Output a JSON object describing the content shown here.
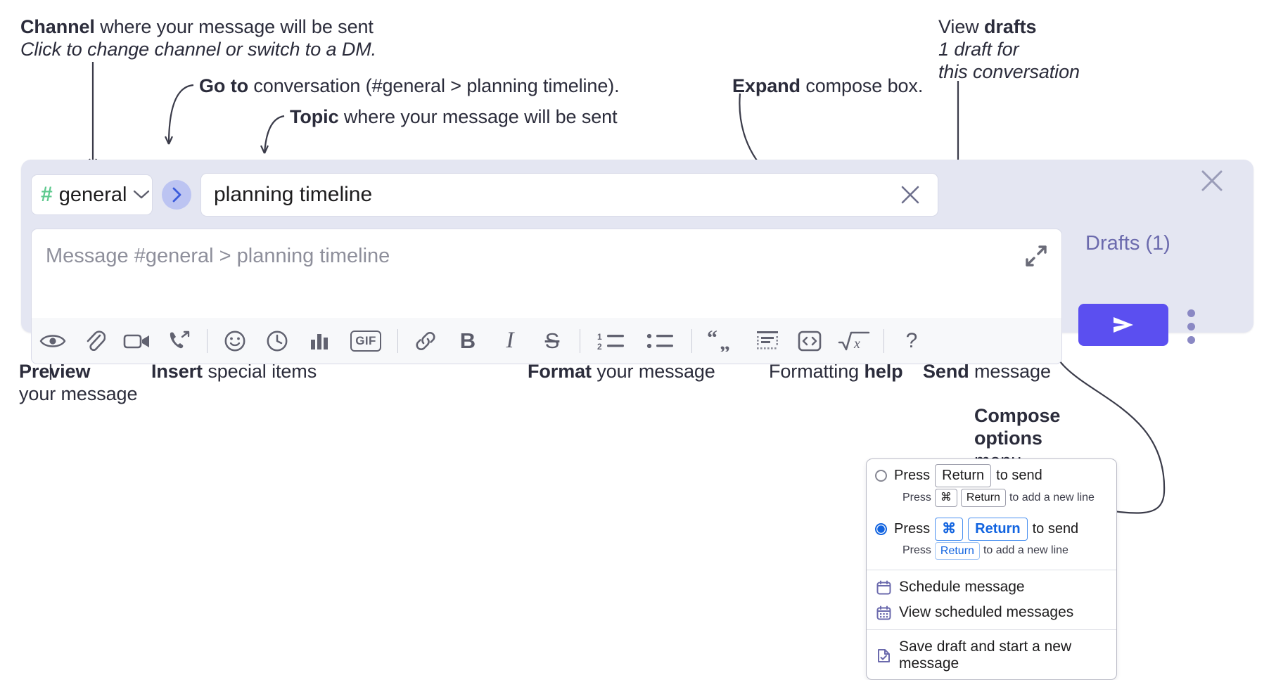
{
  "annotations": {
    "channel": {
      "line1_bold": "Channel",
      "line1_rest": " where your message will be sent",
      "line2_italic": "Click to change channel or switch to a DM."
    },
    "goto": {
      "bold": "Go to",
      "rest": " conversation (#general > planning timeline)."
    },
    "topic": {
      "bold": "Topic",
      "rest": " where your message will be sent"
    },
    "expand": {
      "bold": "Expand",
      "rest": " compose box."
    },
    "drafts": {
      "line1_rest": "View ",
      "line1_bold": "drafts",
      "line2_italic": "1 draft for",
      "line3_italic": "this conversation"
    },
    "preview": {
      "bold": "Preview",
      "rest": "your message"
    },
    "insert": {
      "bold": "Insert",
      "rest": " special items"
    },
    "format": {
      "bold": "Format",
      "rest": " your message"
    },
    "formatting_help": {
      "rest": "Formatting ",
      "bold": "help"
    },
    "send": {
      "bold": "Send",
      "rest": " message"
    },
    "compose_options": {
      "line1": "Compose",
      "line2": "options",
      "line3": "menu"
    }
  },
  "compose": {
    "channel_hash": "#",
    "channel_name": "general",
    "channel_chevron_icon": "chevron-down-icon",
    "goto_icon": "chevron-right-icon",
    "topic_value": "planning timeline",
    "topic_clear_icon": "close-icon",
    "message_placeholder": "Message #general > planning timeline",
    "expand_icon": "expand-diagonal-icon",
    "drafts_label": "Drafts (1)",
    "send_icon": "send-paper-plane-icon",
    "kebab_icon": "more-vertical-icon",
    "panel_close_icon": "close-icon",
    "accent_color": "#5b4ff0",
    "panel_color": "#e4e6f2",
    "hash_color": "#5ec98e",
    "drafts_color": "#6b6aad"
  },
  "toolbar": {
    "groups": [
      {
        "items": [
          {
            "name": "preview-icon",
            "label": ""
          },
          {
            "name": "attachment-paperclip-icon",
            "label": ""
          },
          {
            "name": "video-camera-icon",
            "label": ""
          },
          {
            "name": "phone-call-icon",
            "label": ""
          }
        ]
      },
      {
        "items": [
          {
            "name": "emoji-smiley-icon",
            "label": ""
          },
          {
            "name": "clock-icon",
            "label": ""
          },
          {
            "name": "poll-bar-chart-icon",
            "label": ""
          },
          {
            "name": "gif-icon",
            "label": "GIF"
          }
        ]
      },
      {
        "items": [
          {
            "name": "link-icon",
            "label": ""
          },
          {
            "name": "bold-icon",
            "label": "B"
          },
          {
            "name": "italic-icon",
            "label": "I"
          },
          {
            "name": "strikethrough-icon",
            "label": "S"
          }
        ]
      },
      {
        "items": [
          {
            "name": "ordered-list-icon",
            "label": ""
          },
          {
            "name": "bulleted-list-icon",
            "label": ""
          }
        ]
      },
      {
        "items": [
          {
            "name": "blockquote-icon",
            "label": ""
          },
          {
            "name": "code-block-icon",
            "label": ""
          },
          {
            "name": "inline-code-icon",
            "label": ""
          },
          {
            "name": "math-formula-icon",
            "label": ""
          }
        ]
      },
      {
        "items": [
          {
            "name": "formatting-help-icon",
            "label": "?"
          }
        ]
      }
    ]
  },
  "options_menu": {
    "radio_options": [
      {
        "selected": false,
        "main": {
          "pre": "Press",
          "keys": [
            "Return"
          ],
          "post": "to send"
        },
        "sub": {
          "pre": "Press",
          "keys": [
            "⌘",
            "Return"
          ],
          "post": "to add a new line"
        }
      },
      {
        "selected": true,
        "main": {
          "pre": "Press",
          "keys": [
            "⌘",
            "Return"
          ],
          "post": "to send"
        },
        "sub": {
          "pre": "Press",
          "keys": [
            "Return"
          ],
          "post": "to add a new line"
        }
      }
    ],
    "actions": [
      {
        "icon": "calendar-schedule-icon",
        "label": "Schedule message"
      },
      {
        "icon": "calendar-list-icon",
        "label": "View scheduled messages"
      },
      {
        "icon": "save-draft-icon",
        "label": "Save draft and start a new message"
      }
    ]
  }
}
